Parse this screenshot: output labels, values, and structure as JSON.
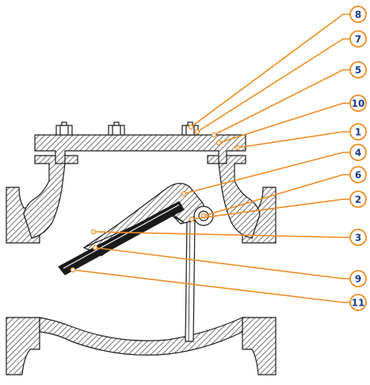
{
  "diagram": {
    "colors": {
      "callout": "#ef8c24",
      "label": "#1f3a8a",
      "outline": "#1a1a1a",
      "hatch": "#505050",
      "body_fill": "#ffffff"
    },
    "callouts": [
      {
        "id": "callout-8",
        "number": "8"
      },
      {
        "id": "callout-7",
        "number": "7"
      },
      {
        "id": "callout-5",
        "number": "5"
      },
      {
        "id": "callout-10",
        "number": "10"
      },
      {
        "id": "callout-1",
        "number": "1"
      },
      {
        "id": "callout-4",
        "number": "4"
      },
      {
        "id": "callout-6",
        "number": "6"
      },
      {
        "id": "callout-2",
        "number": "2"
      },
      {
        "id": "callout-3",
        "number": "3"
      },
      {
        "id": "callout-9",
        "number": "9"
      },
      {
        "id": "callout-11",
        "number": "11"
      }
    ]
  }
}
